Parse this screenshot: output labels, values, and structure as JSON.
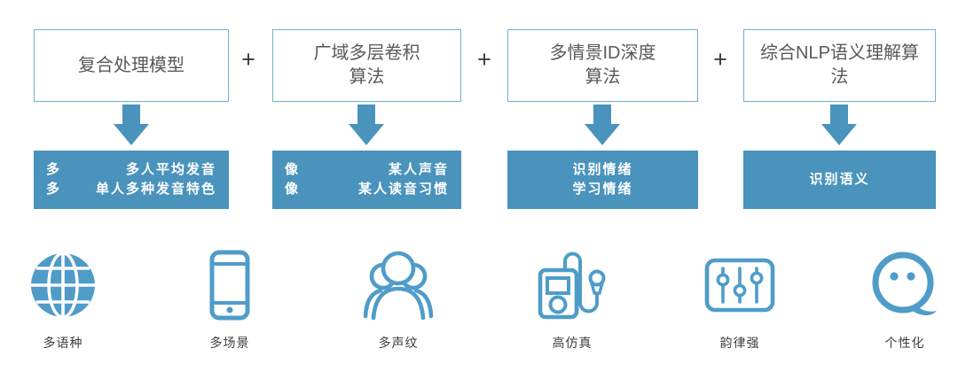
{
  "colors": {
    "accent": "#4a93bd",
    "icon_stroke": "#4f9cc9",
    "box_border": "#74afd3"
  },
  "flow": {
    "plus_sign": "+",
    "columns": [
      {
        "title_line1": "复合处理模型",
        "title_line2": "",
        "result": {
          "pairs": [
            {
              "left": "多",
              "right": "多人平均发音"
            },
            {
              "left": "多",
              "right": "单人多种发音特色"
            }
          ]
        }
      },
      {
        "title_line1": "广域多层卷积",
        "title_line2": "算法",
        "result": {
          "pairs": [
            {
              "left": "像",
              "right": "某人声音"
            },
            {
              "left": "像",
              "right": "某人读音习惯"
            }
          ]
        }
      },
      {
        "title_line1": "多情景ID深度",
        "title_line2": "算法",
        "result": {
          "lines": [
            "识别情绪",
            "学习情绪"
          ]
        }
      },
      {
        "title_line1": "综合NLP语义理解算",
        "title_line2": "法",
        "result": {
          "lines": [
            "识别语义"
          ]
        }
      }
    ]
  },
  "features": [
    {
      "icon": "globe-icon",
      "label": "多语种"
    },
    {
      "icon": "smartphone-icon",
      "label": "多场景"
    },
    {
      "icon": "voiceprint-people-icon",
      "label": "多声纹"
    },
    {
      "icon": "audio-player-icon",
      "label": "高仿真"
    },
    {
      "icon": "equalizer-icon",
      "label": "韵律强"
    },
    {
      "icon": "chat-bubble-icon",
      "label": "个性化"
    }
  ]
}
